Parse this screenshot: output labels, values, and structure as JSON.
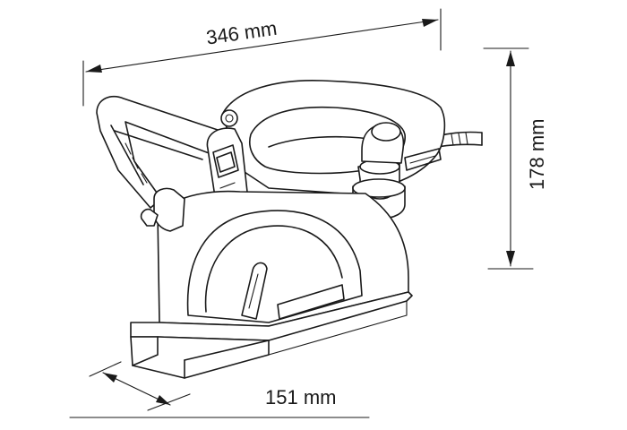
{
  "dimensions": {
    "length": "346 mm",
    "height": "178 mm",
    "width": "151 mm"
  },
  "colors": {
    "line": "#1a1a1a",
    "background": "#ffffff"
  }
}
